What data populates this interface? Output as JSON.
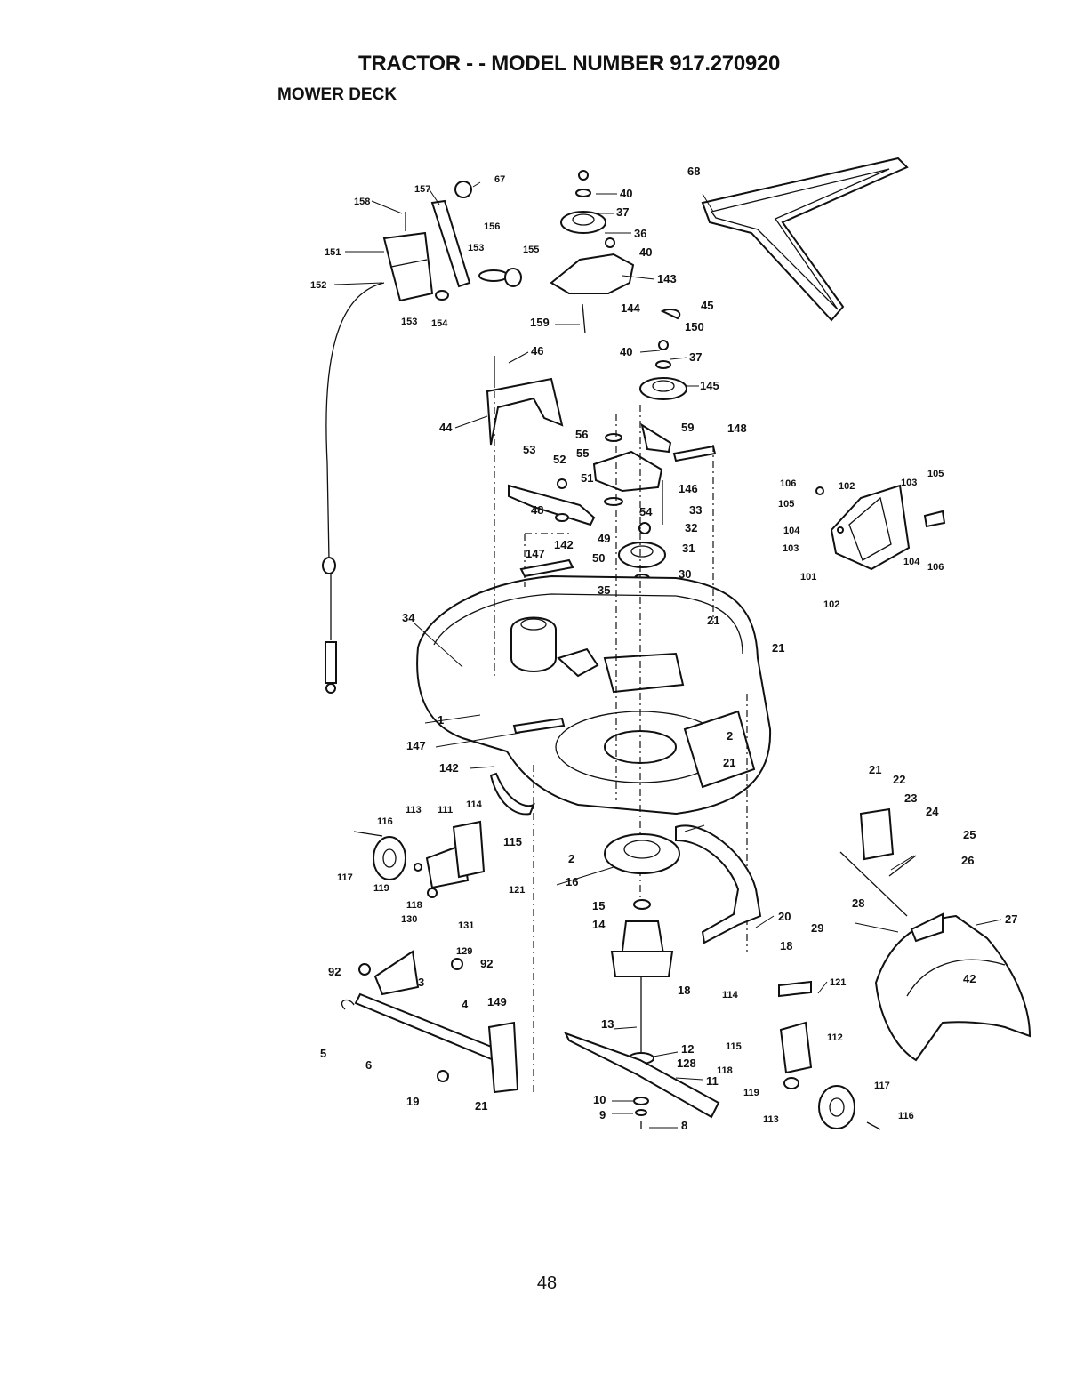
{
  "header": {
    "title": "TRACTOR - - MODEL NUMBER 917.270920",
    "subtitle": "MOWER DECK"
  },
  "footer": {
    "page_number": "48"
  },
  "callouts": {
    "c1": "1",
    "c2a": "2",
    "c2b": "2",
    "c3": "3",
    "c4": "4",
    "c5": "5",
    "c6": "6",
    "c8": "8",
    "c9": "9",
    "c10": "10",
    "c11": "11",
    "c12": "12",
    "c13": "13",
    "c14": "14",
    "c15": "15",
    "c16": "16",
    "c18a": "18",
    "c18b": "18",
    "c19": "19",
    "c20": "20",
    "c21a": "21",
    "c21b": "21",
    "c21c": "21",
    "c21d": "21",
    "c21e": "21",
    "c22": "22",
    "c23": "23",
    "c24": "24",
    "c25": "25",
    "c26": "26",
    "c27": "27",
    "c28": "28",
    "c29": "29",
    "c30": "30",
    "c31": "31",
    "c32": "32",
    "c33": "33",
    "c34": "34",
    "c35": "35",
    "c36": "36",
    "c37a": "37",
    "c37b": "37",
    "c40a": "40",
    "c40b": "40",
    "c40c": "40",
    "c44": "44",
    "c45": "45",
    "c46": "46",
    "c48": "48",
    "c49": "49",
    "c50": "50",
    "c51": "51",
    "c52": "52",
    "c53": "53",
    "c54": "54",
    "c55": "55",
    "c56": "56",
    "c59": "59",
    "c67": "67",
    "c68": "68",
    "c92a": "92",
    "c92b": "92",
    "c101": "101",
    "c102a": "102",
    "c102b": "102",
    "c103a": "103",
    "c103b": "103",
    "c104a": "104",
    "c104b": "104",
    "c105a": "105",
    "c105b": "105",
    "c106a": "106",
    "c106b": "106",
    "c111": "111",
    "c112": "112",
    "c113a": "113",
    "c113b": "113",
    "c114a": "114",
    "c114b": "114",
    "c115a": "115",
    "c115b": "115",
    "c116a": "116",
    "c116b": "116",
    "c117a": "117",
    "c117b": "117",
    "c118a": "118",
    "c118b": "118",
    "c119a": "119",
    "c119b": "119",
    "c121a": "121",
    "c121b": "121",
    "c128": "128",
    "c129": "129",
    "c130": "130",
    "c131": "131",
    "c142a": "142",
    "c142b": "142",
    "c143": "143",
    "c144": "144",
    "c145": "145",
    "c146": "146",
    "c147a": "147",
    "c147b": "147",
    "c148": "148",
    "c149": "149",
    "c150": "150",
    "c151": "151",
    "c152": "152",
    "c153a": "153",
    "c153b": "153",
    "c154": "154",
    "c155": "155",
    "c156": "156",
    "c157": "157",
    "c158": "158",
    "c159": "159"
  },
  "deck_decal": "42"
}
